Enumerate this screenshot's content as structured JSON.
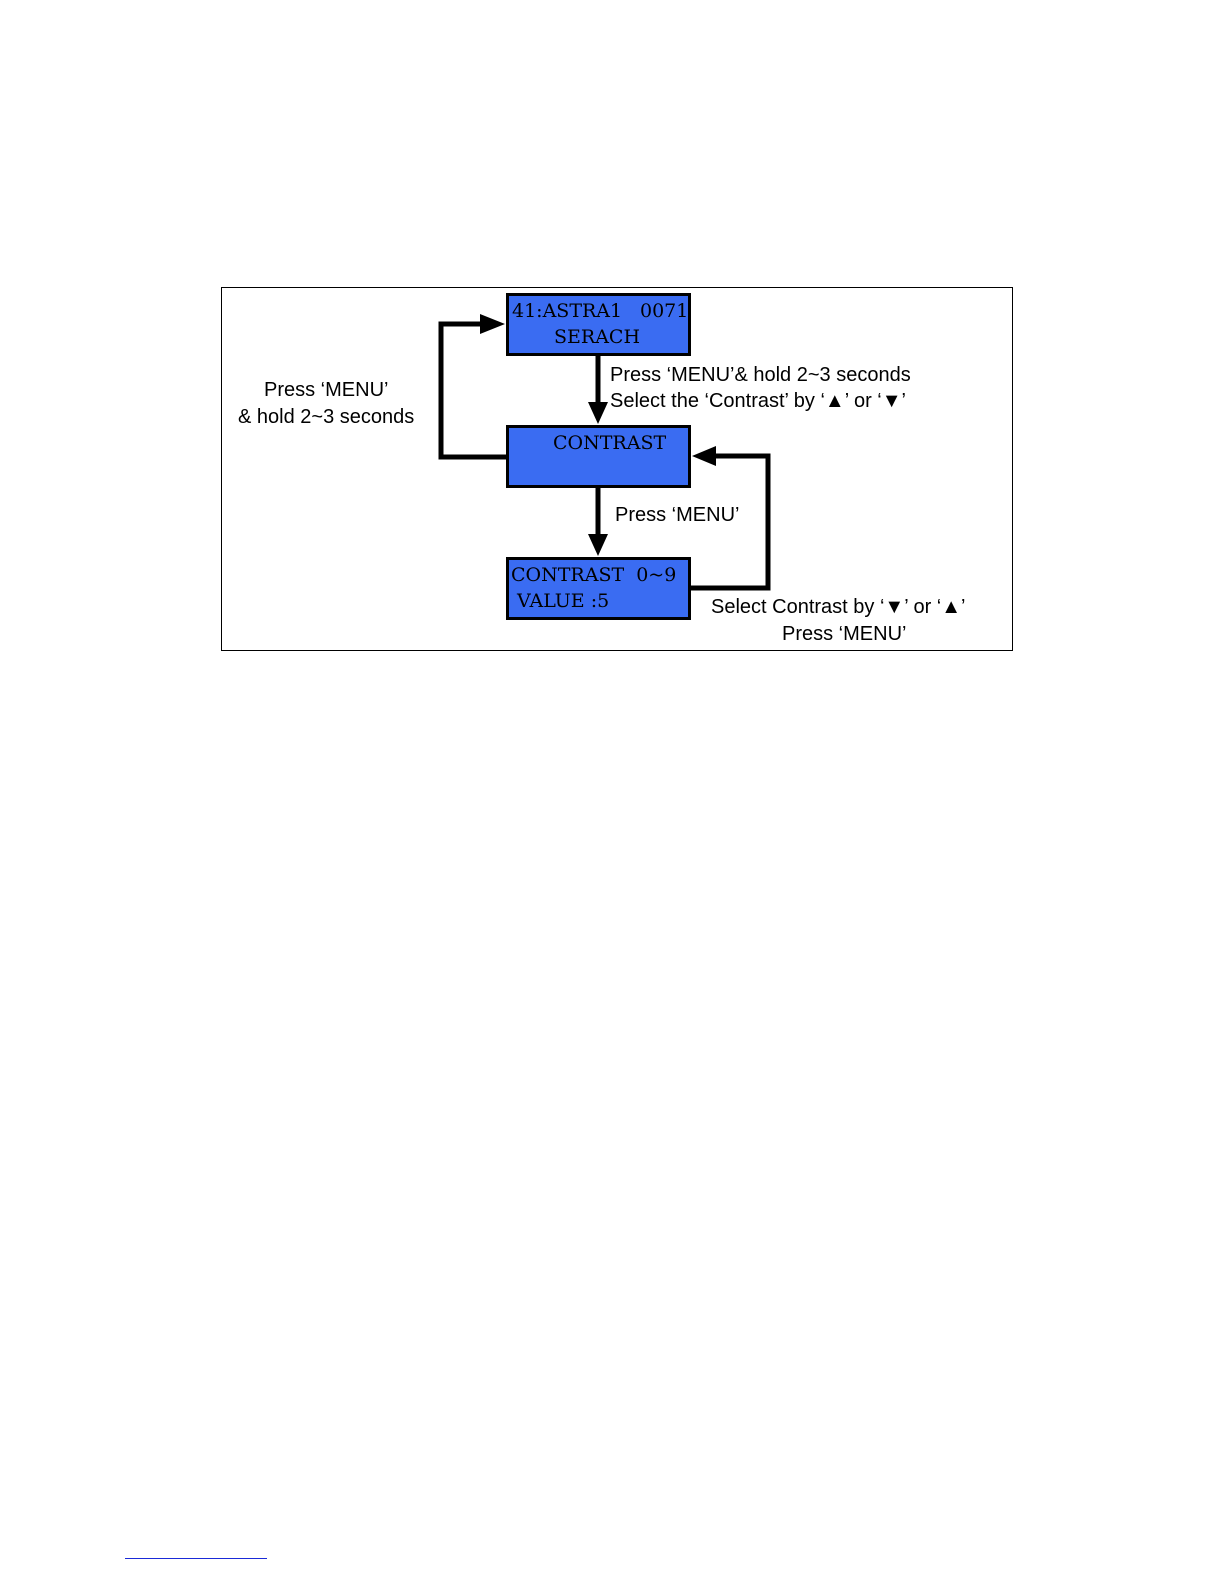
{
  "colors": {
    "screen_fill": "#3a6cf2",
    "screen_border": "#000000",
    "arrow": "#000000",
    "footer_rule": "#1a2ad8"
  },
  "screens": {
    "search": {
      "line1_left": "41:ASTRA1",
      "line1_right": "0071",
      "line2": "SERACH"
    },
    "contrast": {
      "line1": "CONTRAST"
    },
    "value": {
      "line1": "CONTRAST  0~9",
      "line2": " VALUE :5"
    }
  },
  "labels": {
    "back_to_search": {
      "line1": "Press ‘MENU’",
      "line2": "& hold 2~3 seconds"
    },
    "enter_menu": {
      "line1": "Press ‘MENU’& hold 2~3 seconds",
      "line2": "Select the ‘Contrast’ by ‘▲’ or ‘▼’"
    },
    "open_contrast": "Press ‘MENU’",
    "set_contrast": {
      "line1": "Select Contrast by ‘▼’ or ‘▲’",
      "line2": "Press ‘MENU’"
    }
  }
}
